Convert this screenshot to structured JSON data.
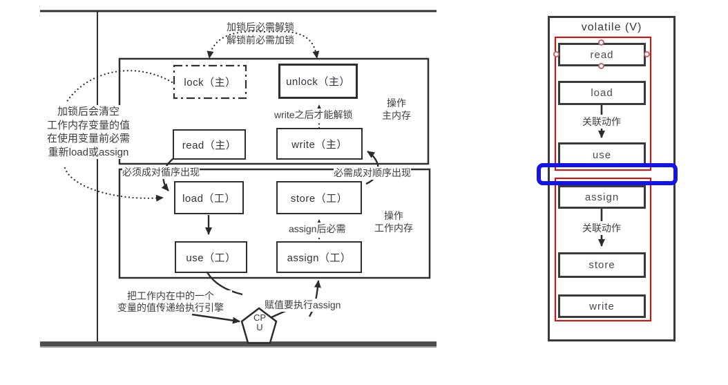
{
  "left_diagram": {
    "top_note_line1": "加锁后必需解锁",
    "top_note_line2": "解锁前必需加锁",
    "left_note_line1": "加锁后会清空",
    "left_note_line2": "工作内存变量的值",
    "left_note_line3": "在使用变量前必需",
    "left_note_line4": "重新load或assign",
    "boxes": {
      "lock": "lock（主）",
      "unlock": "unlock（主）",
      "read": "read（主）",
      "write": "write（主）",
      "load": "load（工）",
      "store": "store（工）",
      "use": "use（工）",
      "assign": "assign（工）"
    },
    "pair_note_left": "必须成对循序出现",
    "pair_note_right": "必需成对顺序出现",
    "write_unlock_note": "write之后才能解锁",
    "assign_store_note": "assign后必需",
    "main_memory_label_line1": "操作",
    "main_memory_label_line2": "主内存",
    "working_memory_label_line1": "操作",
    "working_memory_label_line2": "工作内存",
    "use_cpu_note_line1": "把工作内在中的一个",
    "use_cpu_note_line2": "变量的值传递给执行引擎",
    "cpu_assign_note": "赋值要执行assign",
    "cpu_label_line1": "CP",
    "cpu_label_line2": "U"
  },
  "right_diagram": {
    "title": "volatile (V)",
    "boxes": [
      "read",
      "load",
      "use",
      "assign",
      "store",
      "write"
    ],
    "link_label_top": "关联动作",
    "link_label_bottom": "关联动作",
    "colors": {
      "red_highlight": "#fe0000",
      "blue_highlight": "#1414e6",
      "handle_ring": "#b66a6a",
      "line_color": "#2f2f2f"
    }
  }
}
